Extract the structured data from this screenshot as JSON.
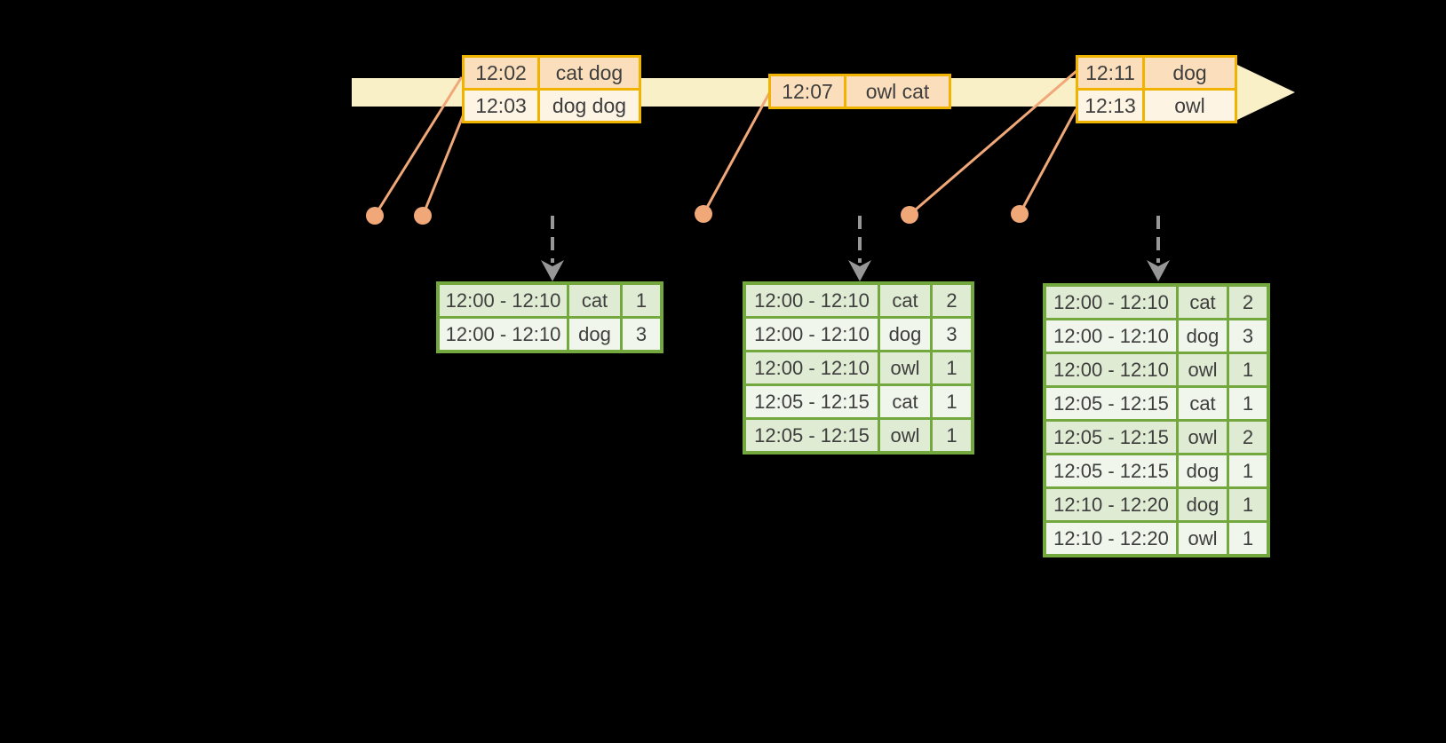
{
  "colors": {
    "gold": "#F0B400",
    "peach": "#FBDFBC",
    "cream": "#FDF4E4",
    "band": "#FAF0C8",
    "salmon": "#F0A878",
    "green": "#72A83E",
    "green_dark": "#DFEBD2",
    "green_light": "#F1F6EC",
    "gray": "#979797",
    "text": "#3E3E3E",
    "background": "#000000"
  },
  "event_tables": [
    {
      "rows": [
        {
          "time": "12:02",
          "words": "cat dog"
        },
        {
          "time": "12:03",
          "words": "dog dog"
        }
      ]
    },
    {
      "rows": [
        {
          "time": "12:07",
          "words": "owl cat"
        }
      ]
    },
    {
      "rows": [
        {
          "time": "12:11",
          "words": "dog"
        },
        {
          "time": "12:13",
          "words": "owl"
        }
      ]
    }
  ],
  "result_tables": [
    {
      "rows": [
        {
          "window": "12:00 - 12:10",
          "word": "cat",
          "count": "1"
        },
        {
          "window": "12:00 - 12:10",
          "word": "dog",
          "count": "3"
        }
      ]
    },
    {
      "rows": [
        {
          "window": "12:00 - 12:10",
          "word": "cat",
          "count": "2"
        },
        {
          "window": "12:00 - 12:10",
          "word": "dog",
          "count": "3"
        },
        {
          "window": "12:00 - 12:10",
          "word": "owl",
          "count": "1"
        },
        {
          "window": "12:05 - 12:15",
          "word": "cat",
          "count": "1"
        },
        {
          "window": "12:05 - 12:15",
          "word": "owl",
          "count": "1"
        }
      ]
    },
    {
      "rows": [
        {
          "window": "12:00 - 12:10",
          "word": "cat",
          "count": "2"
        },
        {
          "window": "12:00 - 12:10",
          "word": "dog",
          "count": "3"
        },
        {
          "window": "12:00 - 12:10",
          "word": "owl",
          "count": "1"
        },
        {
          "window": "12:05 - 12:15",
          "word": "cat",
          "count": "1"
        },
        {
          "window": "12:05 - 12:15",
          "word": "owl",
          "count": "2"
        },
        {
          "window": "12:05 - 12:15",
          "word": "dog",
          "count": "1"
        },
        {
          "window": "12:10 - 12:20",
          "word": "dog",
          "count": "1"
        },
        {
          "window": "12:10 - 12:20",
          "word": "owl",
          "count": "1"
        }
      ]
    }
  ]
}
